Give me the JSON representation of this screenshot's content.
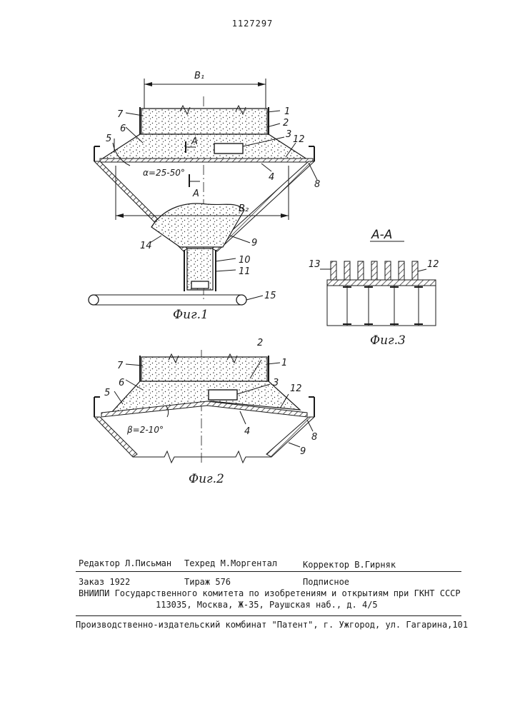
{
  "header": {
    "patent_number": "1127297"
  },
  "figure1": {
    "caption": "Фиг.1",
    "dim_b1": "B₁",
    "dim_b2": "B₂",
    "angle": "α=25-50°",
    "section_mark": "A",
    "labels": [
      "7",
      "6",
      "5",
      "1",
      "2",
      "3",
      "12",
      "4",
      "8",
      "9",
      "14",
      "10",
      "11",
      "15"
    ]
  },
  "figure2": {
    "caption": "Фиг.2",
    "angle": "β=2-10°",
    "labels": [
      "7",
      "6",
      "5",
      "2",
      "1",
      "3",
      "12",
      "4",
      "8",
      "9"
    ]
  },
  "figure3": {
    "caption": "Фиг.3",
    "section_title": "A-A",
    "labels": [
      "13",
      "12"
    ]
  },
  "colophon": {
    "editor": "Редактор Л.Письман",
    "techred": "Техред М.Моргентал",
    "corrector": "Корректор В.Гирняк",
    "order": "Заказ 1922",
    "circulation": "Тираж 576",
    "subscription": "Подписное",
    "org_line": "ВНИИПИ Государственного комитета по изобретениям и открытиям при ГКНТ СССР",
    "address": "113035, Москва, Ж-35, Раушская наб., д. 4/5",
    "printer": "Производственно-издательский комбинат \"Патент\", г. Ужгород, ул. Гагарина,101"
  }
}
